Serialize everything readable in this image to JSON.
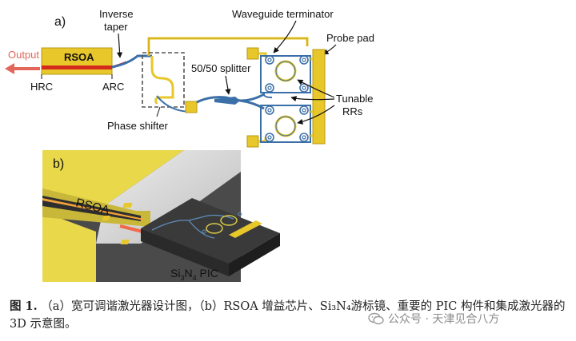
{
  "panel_a": {
    "label": "a)",
    "output": "Output",
    "rsoa": "RSOA",
    "hrc": "HRC",
    "arc": "ARC",
    "inverse_taper": [
      "Inverse",
      "taper"
    ],
    "phase_shifter": "Phase shifter",
    "splitter": "50/50 splitter",
    "waveguide_terminator": "Waveguide terminator",
    "probe_pad": "Probe pad",
    "tunable_rrs": [
      "Tunable",
      "RRs"
    ]
  },
  "panel_b": {
    "label": "b)",
    "rsoa": "RSOA",
    "chip_main": "Si",
    "chip_sub3": "3",
    "chip_n": "N",
    "chip_sub4": "4",
    "chip_suffix": " PIC"
  },
  "caption": {
    "fig_label": "图 1.",
    "text": "（a）宽可调谐激光器设计图，（b）RSOA 增益芯片、Si₃N₄游标镜、重要的 PIC 构件和集成激光器的 3D 示意图。"
  },
  "watermark": "公众号 · 天津见合八方",
  "colors": {
    "gold": "#e8c72a",
    "gold_dark": "#b89a10",
    "waveguide": "#3b6fa8",
    "rsoa_red": "#d42a1c",
    "output_arrow": "#e2675a",
    "chip_dark": "#3a3a3a"
  }
}
